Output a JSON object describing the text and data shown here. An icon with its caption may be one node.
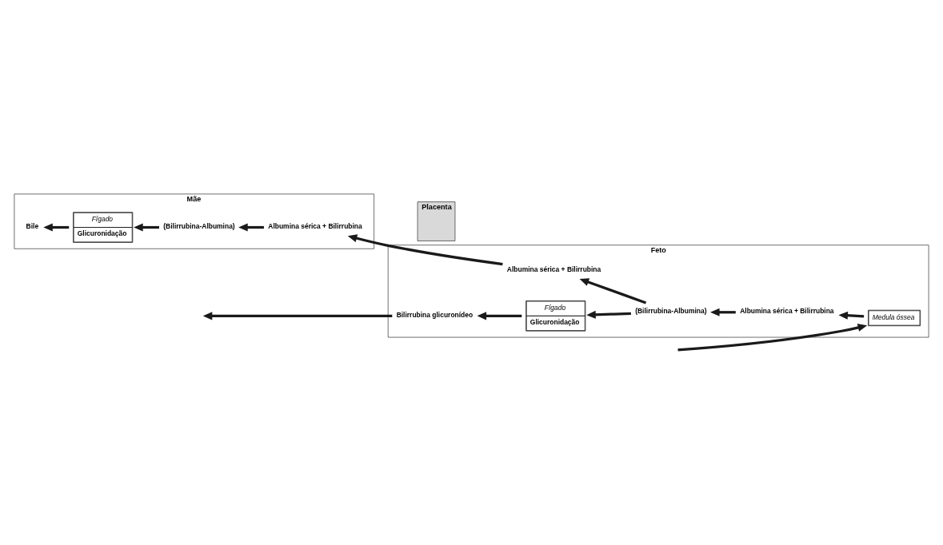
{
  "diagram": {
    "nodes": [
      {
        "text": [
          "Mãe"
        ]
      },
      {
        "text": [
          "Placenta"
        ]
      },
      {
        "text": [
          "Feto"
        ]
      },
      {
        "text": [
          "Bilirrubina glicuronídeo"
        ],
        "in": 2
      },
      {
        "text": [
          "Fígado",
          "Glicuronidação"
        ],
        "in": 2
      },
      {
        "text": [
          "Albumina sérica + Bilirrubina"
        ],
        "in": 2
      },
      {
        "text": [
          "(Bilirrubina-Albumina)"
        ],
        "in": 2
      },
      {
        "text": [
          "Albumina sérica + Bilirrubina"
        ],
        "in": 2
      },
      {
        "text": [
          "Medula óssea"
        ],
        "in": 2
      },
      {
        "text": [
          "Fígado",
          "Glicuronidação"
        ],
        "in": 0
      },
      {
        "text": [
          "(Bilirrubina-Albumina)"
        ],
        "in": 0
      },
      {
        "text": [
          "Albumina sérica + Bilirrubina"
        ],
        "in": 0
      },
      {
        "text": [
          "Bile"
        ],
        "in": 0
      }
    ],
    "edges": [
      {
        "from": 3,
        "to": null,
        "arrow": "to"
      },
      {
        "from": 4,
        "to": 3,
        "arrow": "to"
      },
      {
        "from": 6,
        "to": 4,
        "arrow": "to"
      },
      {
        "from": 6,
        "to": 5,
        "arrow": "to"
      },
      {
        "from": 7,
        "to": 6,
        "arrow": "to"
      },
      {
        "from": 8,
        "to": 7,
        "arrow": "to"
      },
      {
        "from": null,
        "to": 8,
        "arrow": "to"
      },
      {
        "from": 5,
        "to": 11,
        "arrow": "to"
      },
      {
        "from": 11,
        "to": 10,
        "arrow": "to"
      },
      {
        "from": 10,
        "to": 9,
        "arrow": "to"
      },
      {
        "from": 9,
        "to": 12,
        "arrow": "to"
      }
    ]
  }
}
